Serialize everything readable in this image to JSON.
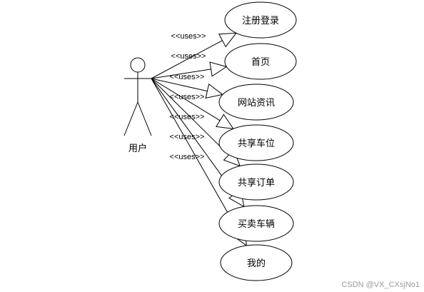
{
  "actor": {
    "label": "用户"
  },
  "relation_label": "<<uses>>",
  "use_cases": [
    {
      "label": "注册登录"
    },
    {
      "label": "首页"
    },
    {
      "label": "网站资讯"
    },
    {
      "label": "共享车位"
    },
    {
      "label": "共享订单"
    },
    {
      "label": "买卖车辆"
    },
    {
      "label": "我的"
    }
  ],
  "watermark": "CSDN @VX_CXsjNo1"
}
